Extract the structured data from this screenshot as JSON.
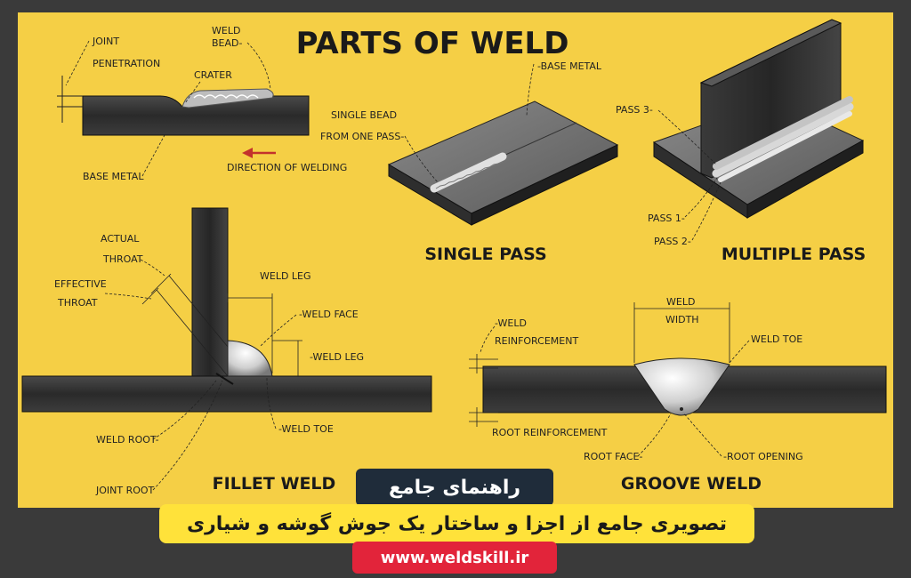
{
  "title": "PARTS OF WELD",
  "top_left": {
    "joint_penetration": [
      "JOINT",
      "PENETRATION"
    ],
    "weld_bead": [
      "WELD",
      "BEAD"
    ],
    "crater": "CRATER",
    "base_metal": "BASE METAL",
    "direction": "DIRECTION OF WELDING"
  },
  "single_pass": {
    "base_metal": "BASE METAL",
    "single_bead": [
      "SINGLE BEAD",
      "FROM ONE PASS"
    ],
    "caption": "SINGLE PASS"
  },
  "multiple_pass": {
    "pass3": "PASS 3",
    "pass1": "PASS 1",
    "pass2": "PASS 2",
    "caption": "MULTIPLE PASS"
  },
  "fillet": {
    "actual_throat": [
      "ACTUAL",
      "THROAT"
    ],
    "effective_throat": [
      "EFFECTIVE",
      "THROAT"
    ],
    "weld_leg_top": "WELD LEG",
    "weld_face": "WELD FACE",
    "weld_leg_side": "WELD LEG",
    "weld_root": "WELD ROOT",
    "weld_toe": "WELD TOE",
    "joint_root": "JOINT ROOT",
    "caption": "FILLET WELD"
  },
  "groove": {
    "weld_width": [
      "WELD",
      "WIDTH"
    ],
    "weld_reinforcement": [
      "WELD",
      "REINFORCEMENT"
    ],
    "weld_toe": "WELD TOE",
    "root_reinforcement": "ROOT   REINFORCEMENT",
    "root_face": "ROOT FACE",
    "root_opening": "ROOT OPENING",
    "caption": "GROOVE WELD"
  },
  "banners": {
    "guide": "راهنمای جامع",
    "subtitle": "تصویری جامع از اجزا و ساختار یک جوش گوشه و شیاری",
    "website": "www.weldskill.ir"
  },
  "colors": {
    "background": "#f5cf45",
    "metal": "#2b2b2b",
    "dark_banner": "#1f2c3a",
    "yellow_banner": "#ffe23a",
    "red_banner": "#e2243a"
  }
}
